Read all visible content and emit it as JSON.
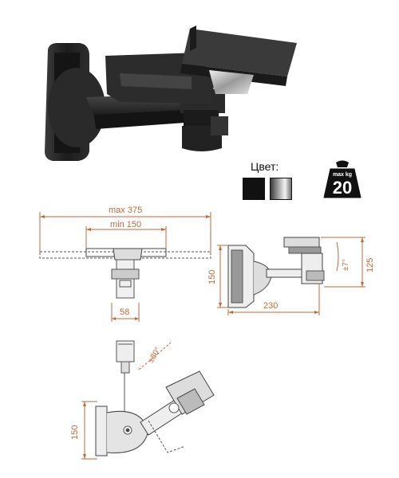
{
  "color_label": "Цвет:",
  "swatches": [
    {
      "name": "black",
      "color": "#111111"
    },
    {
      "name": "silver",
      "color": "#8a8a8a"
    }
  ],
  "weight": {
    "small": "max kg",
    "value": "20"
  },
  "dimensions": {
    "max_width": "max 375",
    "min_width": "min 150",
    "depth": "58",
    "height_side": "150",
    "reach": "230",
    "tilt": "±7°",
    "total_height": "125",
    "rotation": "±80°",
    "height_bottom": "150"
  },
  "colors": {
    "accent": "#c06a3b",
    "line": "#555555",
    "dark": "#222222"
  }
}
